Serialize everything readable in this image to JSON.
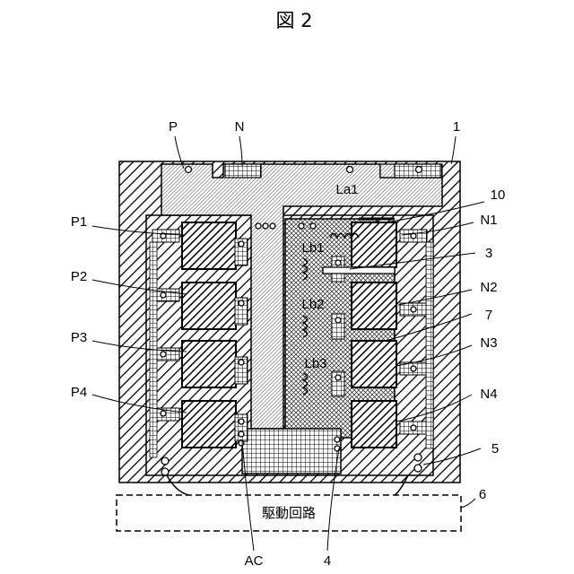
{
  "figure": {
    "title": "図 2",
    "labels": {
      "P": "P",
      "N": "N",
      "one": "1",
      "ten": "10",
      "La1": "La1",
      "N1": "N1",
      "three": "3",
      "Lb1": "Lb1",
      "Lb2": "Lb2",
      "Lb3": "Lb3",
      "N2": "N2",
      "seven": "7",
      "N3": "N3",
      "N4": "N4",
      "five": "5",
      "six": "6",
      "P1": "P1",
      "P2": "P2",
      "P3": "P3",
      "P4": "P4",
      "AC": "AC",
      "four": "4"
    },
    "drive_circuit": "駆動回路"
  }
}
